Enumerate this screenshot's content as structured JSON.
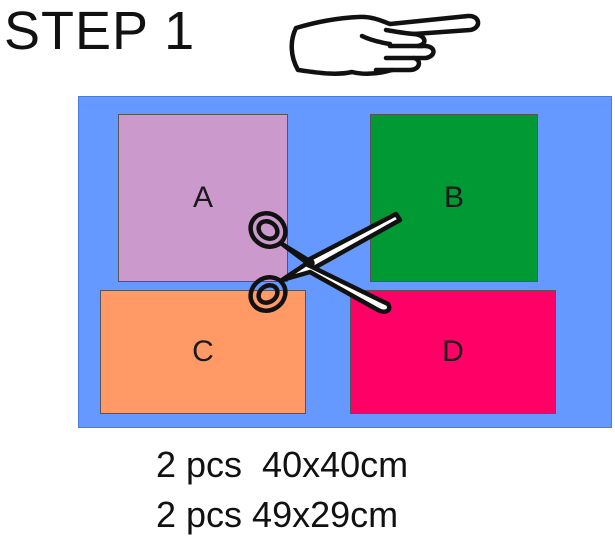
{
  "step": {
    "title": "STEP 1"
  },
  "icons": {
    "pointer": "pointing-hand-icon",
    "cutter": "scissors-icon"
  },
  "colors": {
    "background": "#ffffff",
    "board": "#6699ff",
    "piece_a": "#cc99cc",
    "piece_b": "#009933",
    "piece_c": "#ff9966",
    "piece_d": "#ff0066"
  },
  "pieces": [
    {
      "label": "A",
      "color": "#cc99cc"
    },
    {
      "label": "B",
      "color": "#009933"
    },
    {
      "label": "C",
      "color": "#ff9966"
    },
    {
      "label": "D",
      "color": "#ff0066"
    }
  ],
  "quantities": {
    "line_1": "2 pcs  40x40cm",
    "line_2": "2 pcs 49x29cm"
  }
}
